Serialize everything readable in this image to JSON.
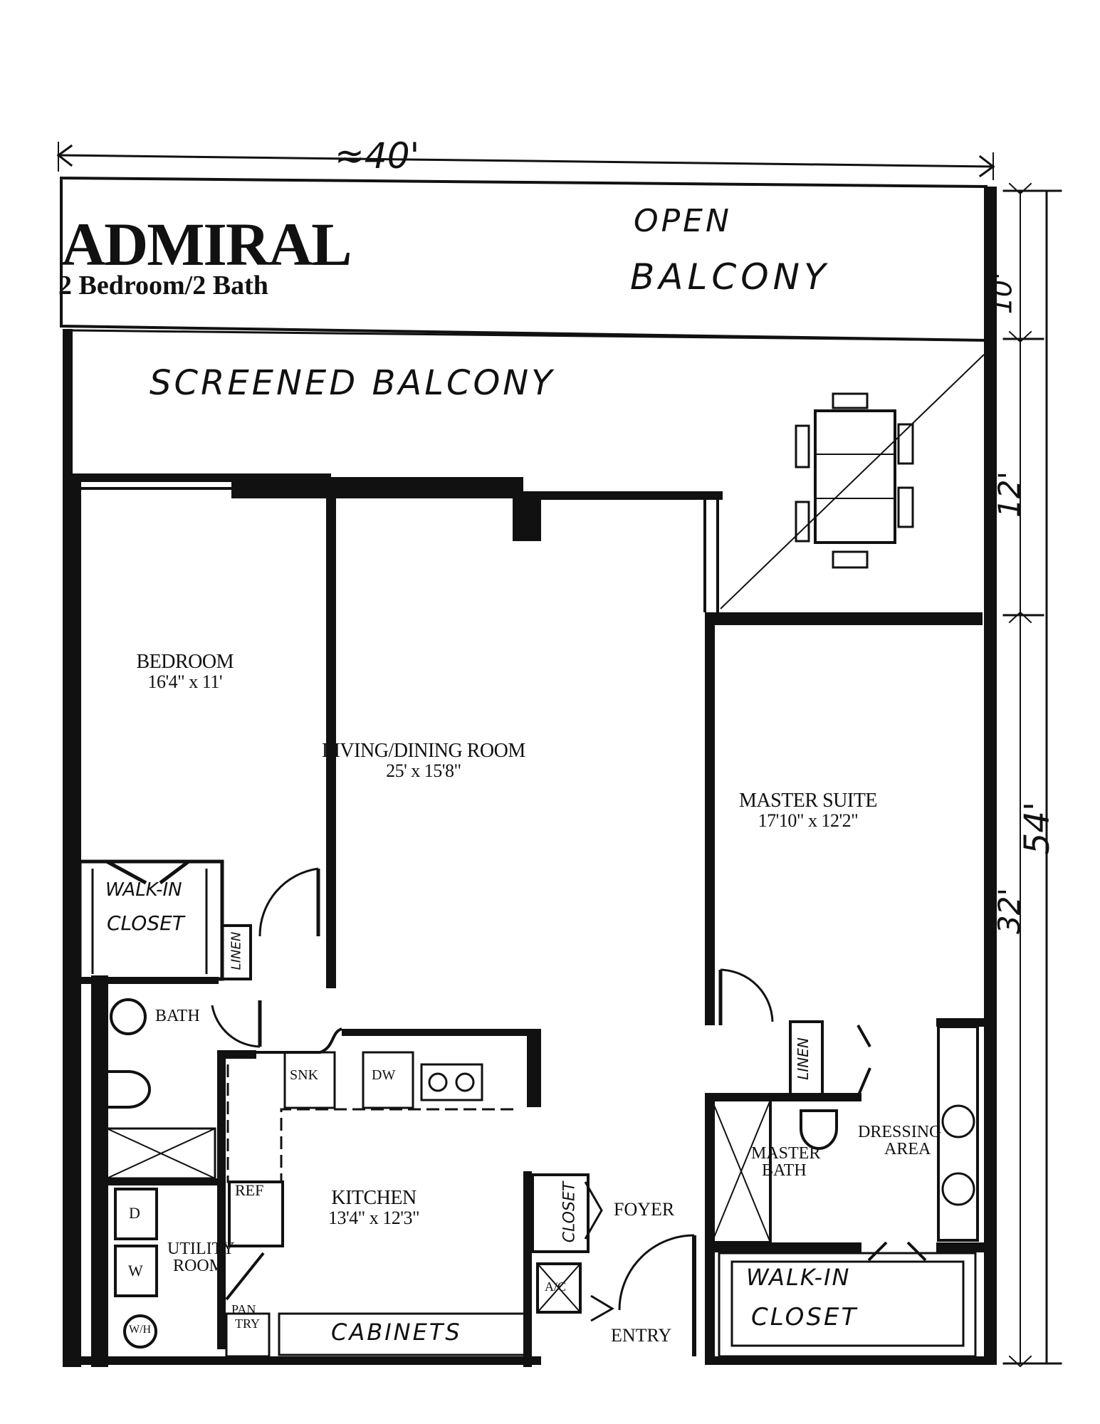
{
  "title": "ADMIRAL",
  "subtitle": "2 Bedroom/2 Bath",
  "handwritten": {
    "overall_width": "≈40'",
    "open_balcony_line1": "OPEN",
    "open_balcony_line2": "BALCONY",
    "screened_balcony": "SCREENED BALCONY",
    "dim_10": "10'",
    "dim_12": "12'",
    "dim_32": "32'",
    "dim_54": "54'",
    "walk_in_closet_1_line1": "WALK-IN",
    "walk_in_closet_1_line2": "CLOSET",
    "walk_in_closet_2_line1": "WALK-IN",
    "walk_in_closet_2_line2": "CLOSET",
    "linen_1": "LINEN",
    "linen_2": "LINEN",
    "closet": "CLOSET",
    "cabinets": "CABINETS"
  },
  "rooms": {
    "bedroom": {
      "name": "BEDROOM",
      "dims": "16'4\" x 11'"
    },
    "living": {
      "name": "LIVING/DINING ROOM",
      "dims": "25' x 15'8\""
    },
    "master": {
      "name": "MASTER SUITE",
      "dims": "17'10\" x 12'2\""
    },
    "kitchen": {
      "name": "KITCHEN",
      "dims": "13'4\" x 12'3\""
    }
  },
  "labels": {
    "bath": "BATH",
    "master_bath_line1": "MASTER",
    "master_bath_line2": "BATH",
    "dressing_line1": "DRESSING",
    "dressing_line2": "AREA",
    "utility_line1": "UTILITY",
    "utility_line2": "ROOM",
    "foyer": "FOYER",
    "entry": "ENTRY",
    "ref": "REF",
    "pantry_line1": "PAN",
    "pantry_line2": "TRY",
    "sink": "SNK",
    "dw": "DW",
    "dryer": "D",
    "washer": "W",
    "water_heater": "W/H",
    "ac": "A/C"
  }
}
